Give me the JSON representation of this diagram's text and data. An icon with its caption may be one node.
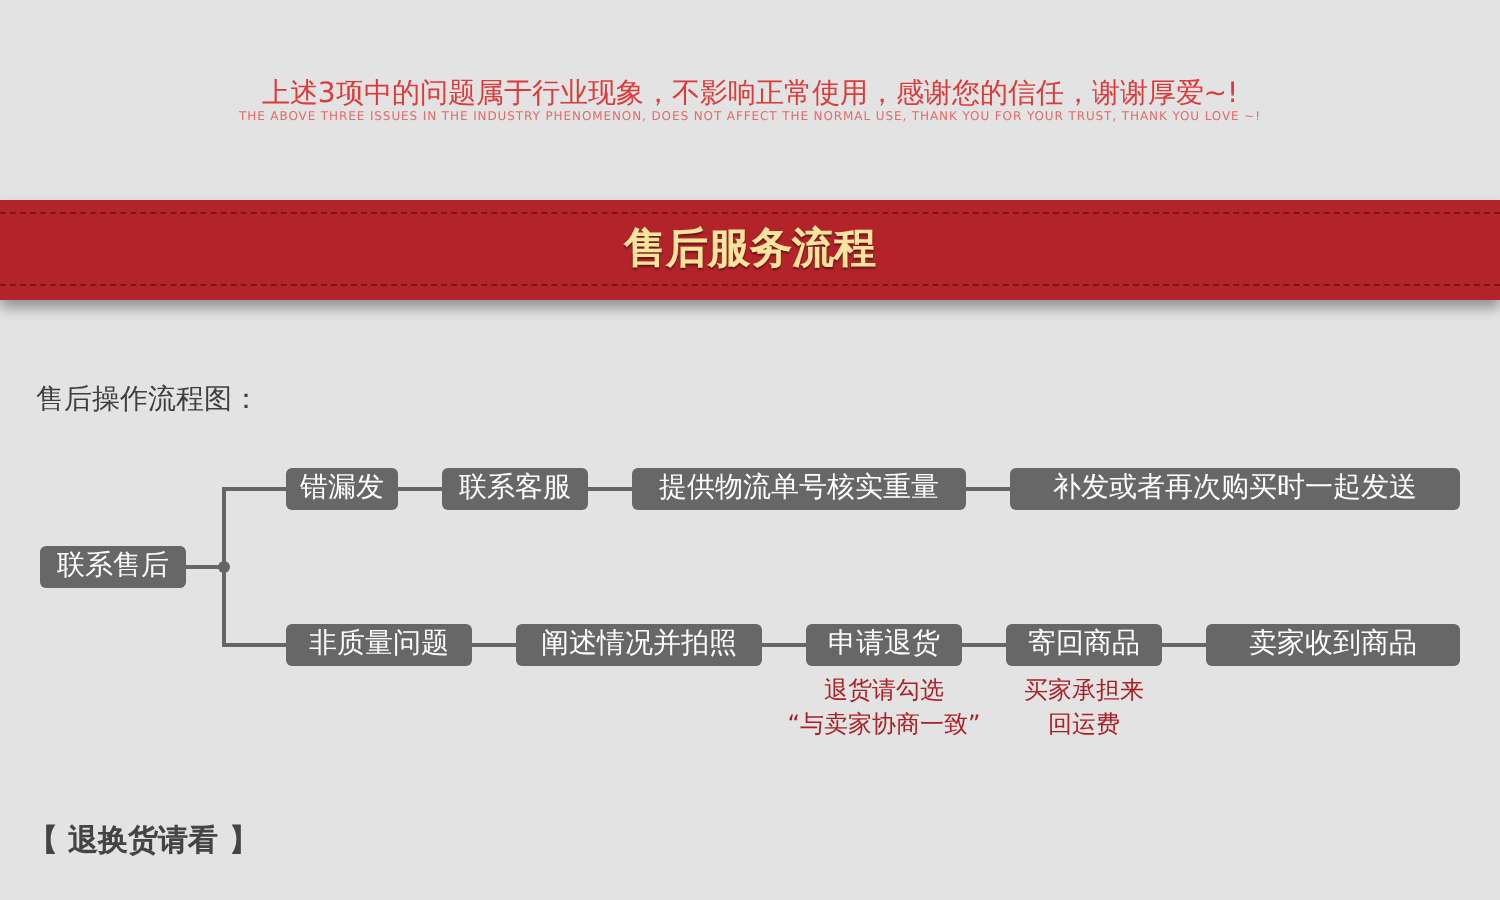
{
  "diagram": {
    "title": "售后服务流程",
    "nodes": [
      {
        "text": [
          "联系售后"
        ]
      },
      {
        "text": [
          "错漏发"
        ]
      },
      {
        "text": [
          "联系客服"
        ]
      },
      {
        "text": [
          "提供物流单号核实重量"
        ]
      },
      {
        "text": [
          "补发或者再次购买时一起发送"
        ]
      },
      {
        "text": [
          "非质量问题"
        ]
      },
      {
        "text": [
          "阐述情况并拍照"
        ]
      },
      {
        "text": [
          "申请退货"
        ],
        "beside": [
          "退货请勾选",
          "“与卖家协商一致”"
        ]
      },
      {
        "text": [
          "寄回商品"
        ],
        "beside": [
          "买家承担来回运费"
        ]
      },
      {
        "text": [
          "卖家收到商品"
        ]
      }
    ],
    "edges": [
      {
        "from": 0,
        "to": 1,
        "arrow": "none"
      },
      {
        "from": 0,
        "to": 5,
        "arrow": "none"
      },
      {
        "from": 1,
        "to": 2,
        "arrow": "none"
      },
      {
        "from": 2,
        "to": 3,
        "arrow": "none"
      },
      {
        "from": 3,
        "to": 4,
        "arrow": "none"
      },
      {
        "from": 5,
        "to": 6,
        "arrow": "none"
      },
      {
        "from": 6,
        "to": 7,
        "arrow": "none"
      },
      {
        "from": 7,
        "to": 8,
        "arrow": "none"
      },
      {
        "from": 8,
        "to": 9,
        "arrow": "none"
      }
    ],
    "labels": [
      "上述3项中的问题属于行业现象，不影响正常使用，感谢您的信任，谢谢厚爱~!",
      "THE ABOVE THREE ISSUES IN THE INDUSTRY PHENOMENON, DOES NOT AFFECT THE NORMAL USE, THANK YOU FOR YOUR TRUST, THANK YOU LOVE ~!",
      "售后操作流程图：",
      "【 退换货请看 】"
    ]
  }
}
